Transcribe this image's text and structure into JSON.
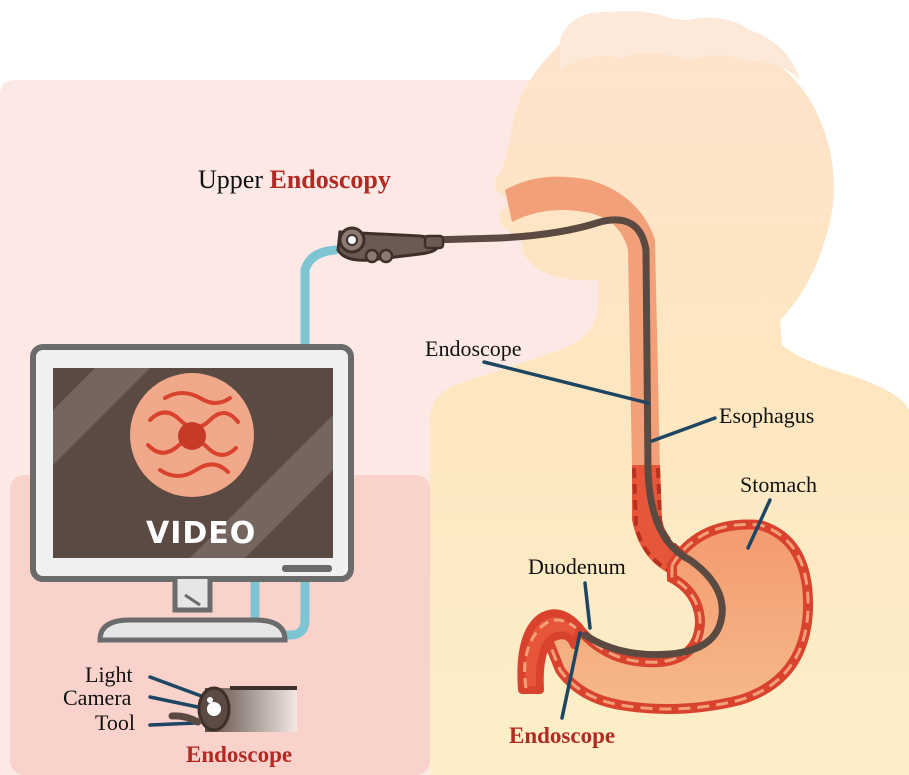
{
  "title": {
    "prefix": "Upper",
    "highlight": "Endoscopy"
  },
  "monitor": {
    "screen_label": "VIDEO"
  },
  "labels": {
    "endoscope_top": "Endoscope",
    "esophagus": "Esophagus",
    "stomach": "Stomach",
    "duodenum": "Duodenum",
    "endoscope_bottom": "Endoscope"
  },
  "tip_detail": {
    "light": "Light",
    "camera": "Camera",
    "tool": "Tool",
    "caption": "Endoscope"
  },
  "colors": {
    "title_red": "#b22a22",
    "skin": "#fde0c8",
    "torso": "#fce9b4",
    "background_pink": "#f9d5d0",
    "scope_tube": "#5a4a42",
    "cable_blue": "#7ec5d3",
    "organ_red": "#d9432e",
    "stomach_fill": "#f0a07c",
    "label_line": "#1e4663"
  }
}
